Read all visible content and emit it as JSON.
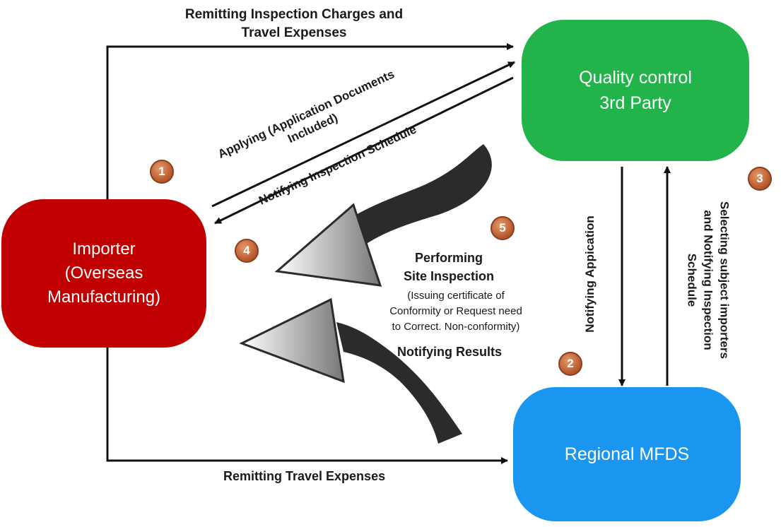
{
  "nodes": {
    "quality_control": "Quality control\n3rd Party",
    "importer": "Importer\n(Overseas\nManufacturing)",
    "regional_mfds": "Regional MFDS"
  },
  "labels": {
    "remitting_charges": "Remitting Inspection Charges and\nTravel Expenses",
    "applying": "Applying (Application Documents\nIncluded)",
    "notifying_schedule": "Notifying Inspection Schedule",
    "performing_inspection": "Performing\nSite Inspection",
    "inspection_detail": "(Issuing certificate of\nConformity or Request need\nto Correct. Non-conformity)",
    "notifying_results": "Notifying Results",
    "notifying_application": "Notifying Appication",
    "selecting_importers": "Selecting subject importers\nand Notifying Inspection\nSchedule",
    "remitting_travel": "Remitting Travel Expenses"
  },
  "steps": [
    "1",
    "2",
    "3",
    "4",
    "5"
  ],
  "colors": {
    "quality_control": "#22b34b",
    "importer": "#c00000",
    "regional_mfds": "#1a96f0",
    "step_badge": "#c0622f",
    "curved_arrow": "#2b2b2b"
  }
}
